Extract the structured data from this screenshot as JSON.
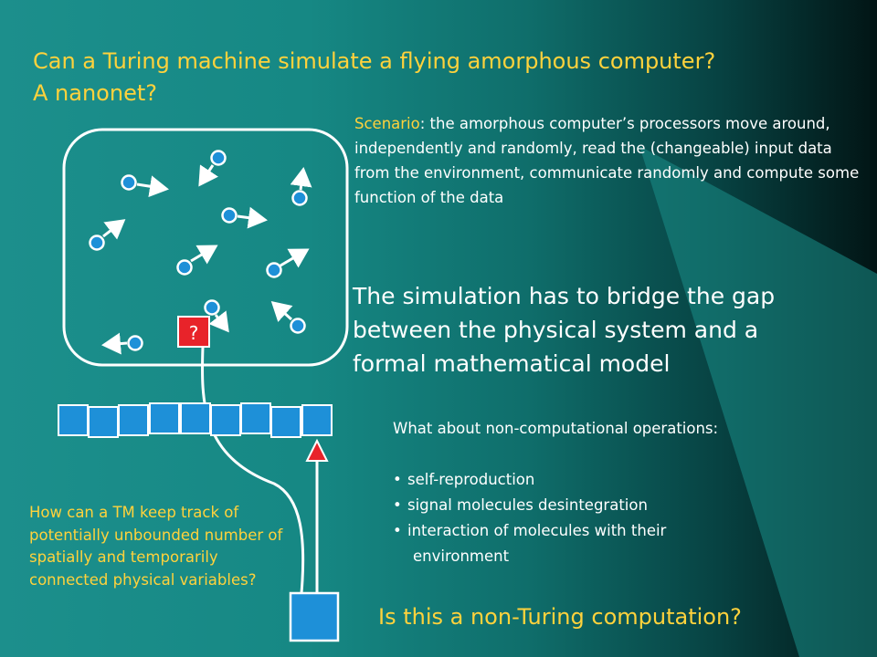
{
  "title": {
    "line1": "Can a Turing machine simulate a flying amorphous computer?",
    "line2": "A nanonet?"
  },
  "scenario": {
    "label": "Scenario",
    "text": ": the amorphous computer’s processors move around, independently and randomly, read the (changeable) input data from the environment, communicate randomly and compute some function of the data"
  },
  "bridge_text": "The simulation has to bridge the gap between the physical system and a formal mathematical model",
  "noncomputational": {
    "heading": "What about non-computational operations:",
    "items": [
      "self-reproduction",
      "signal molecules desintegration",
      "interaction of molecules with their"
    ],
    "item3_continuation": "environment"
  },
  "tm_track_text": "How can a TM keep track of potentially unbounded number of spatially and temporarily connected physical variables?",
  "closing_question": "Is this a non-Turing computation?",
  "diagram": {
    "unknown_cell_label": "?",
    "tape_cell_count": 9,
    "colors": {
      "title_text": "#ffd23c",
      "processor_fill": "#1e90d8",
      "tape_fill": "#1e90d8",
      "head_marker": "#e8232a",
      "query_box_fill": "#e8232a",
      "stroke": "#ffffff"
    }
  }
}
